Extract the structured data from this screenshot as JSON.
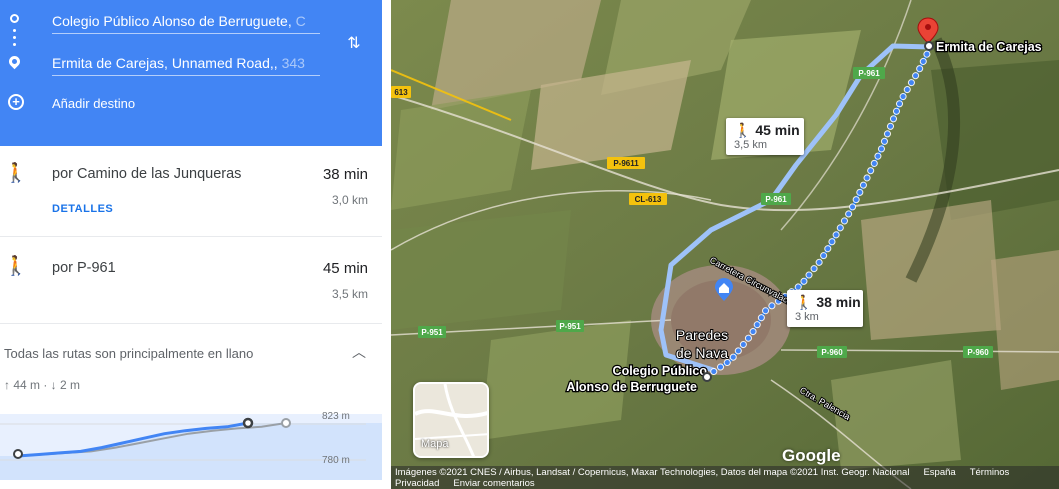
{
  "search": {
    "origin_visible": "Colegio Público Alonso de Berruguete, ",
    "origin_faded": "C",
    "destination_visible": "Ermita de Carejas, Unnamed Road,, ",
    "destination_faded": "343",
    "add_destination": "Añadir destino"
  },
  "routes": [
    {
      "name": "por Camino de las Junqueras",
      "time": "38 min",
      "distance": "3,0 km",
      "details": "DETALLES"
    },
    {
      "name": "por P-961",
      "time": "45 min",
      "distance": "3,5 km"
    }
  ],
  "elevation": {
    "summary": "Todas las rutas son principalmente en llano",
    "stats": "↑ 44 m · ↓ 2 m",
    "max_label": "823 m",
    "min_label": "780 m",
    "profile": [
      780,
      782,
      784,
      786,
      791,
      797,
      803,
      809,
      813,
      816,
      818,
      823
    ]
  },
  "map": {
    "labels": {
      "destination": "Ermita de Carejas",
      "origin_line1": "Colegio Público",
      "origin_line2": "Alonso de Berruguete",
      "town_line1": "Paredes",
      "town_line2": "de Nava",
      "road_circunvalacion": "Carretera Circunvalación",
      "road_palencia": "Ctra. Palencia"
    },
    "road_shields": {
      "p961_top": "P-961",
      "p961_mid": "P-961",
      "p9611": "P-9611",
      "cl613": "CL-613",
      "p951_left": "P-951",
      "p951_mid": "P-951",
      "p960_a": "P-960",
      "p960_b": "P-960",
      "partial_613": "613"
    },
    "callouts": {
      "primary_time": "38 min",
      "primary_dist": "3 km",
      "alt_time": "45 min",
      "alt_dist": "3,5 km"
    },
    "minimap_label": "Mapa",
    "logo": "Google",
    "attribution": "Imágenes ©2021 CNES / Airbus, Landsat / Copernicus, Maxar Technologies, Datos del mapa ©2021 Inst. Geogr. Nacional",
    "country": "España",
    "terms": "Términos",
    "privacy": "Privacidad",
    "feedback": "Enviar comentarios",
    "colors": {
      "primary_route": "#1a73e8",
      "alt_route": "#9ec2f9",
      "pin": "#ea4335",
      "shield": "#4fa84a",
      "road_yellow": "#f4c20d"
    }
  }
}
